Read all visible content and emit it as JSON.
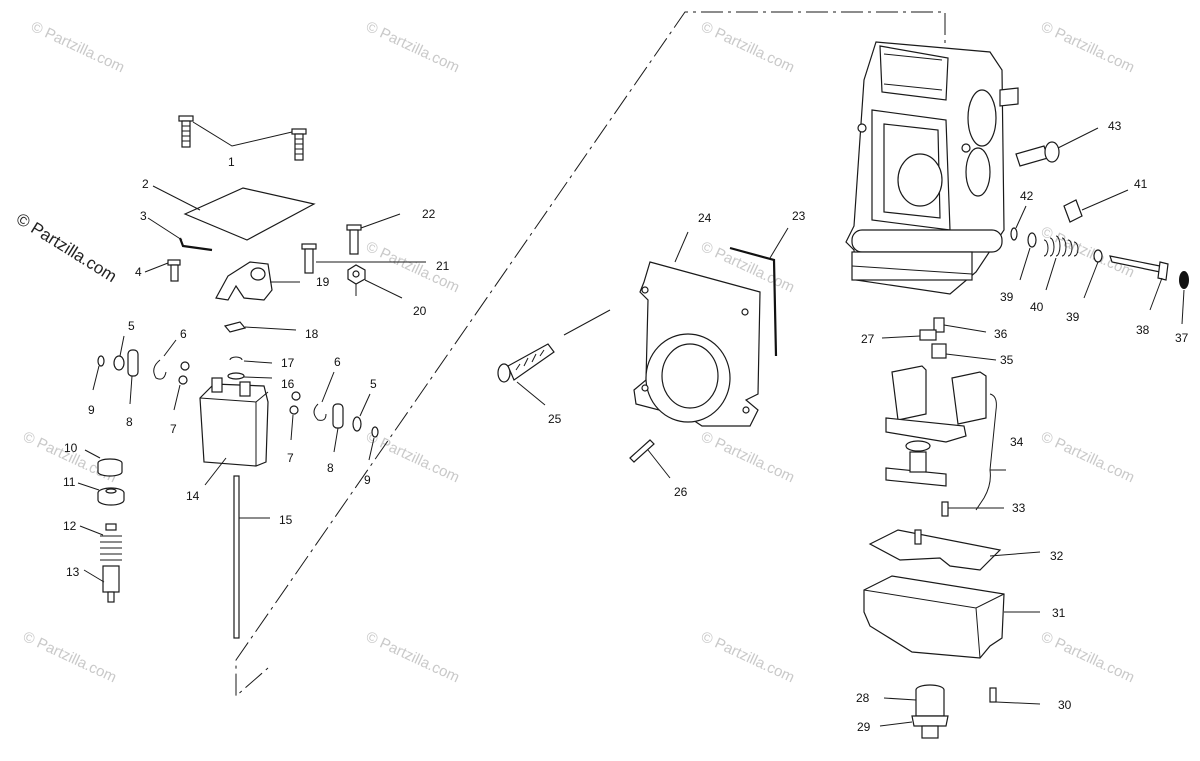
{
  "watermark": {
    "text": "© Partzilla.com",
    "side_text": "© Partzilla.com"
  },
  "callouts": {
    "c1": "1",
    "c2": "2",
    "c3": "3",
    "c4": "4",
    "c5a": "5",
    "c5b": "5",
    "c6a": "6",
    "c6b": "6",
    "c7a": "7",
    "c7b": "7",
    "c8a": "8",
    "c8b": "8",
    "c9a": "9",
    "c9b": "9",
    "c10": "10",
    "c11": "11",
    "c12": "12",
    "c13": "13",
    "c14": "14",
    "c15": "15",
    "c16": "16",
    "c17": "17",
    "c18": "18",
    "c19": "19",
    "c20": "20",
    "c21": "21",
    "c22": "22",
    "c23": "23",
    "c24": "24",
    "c25": "25",
    "c26": "26",
    "c27": "27",
    "c28": "28",
    "c29": "29",
    "c30": "30",
    "c31": "31",
    "c32": "32",
    "c33": "33",
    "c34": "34",
    "c35": "35",
    "c36": "36",
    "c37": "37",
    "c38": "38",
    "c39a": "39",
    "c39b": "39",
    "c40": "40",
    "c41": "41",
    "c42": "42",
    "c43": "43"
  }
}
